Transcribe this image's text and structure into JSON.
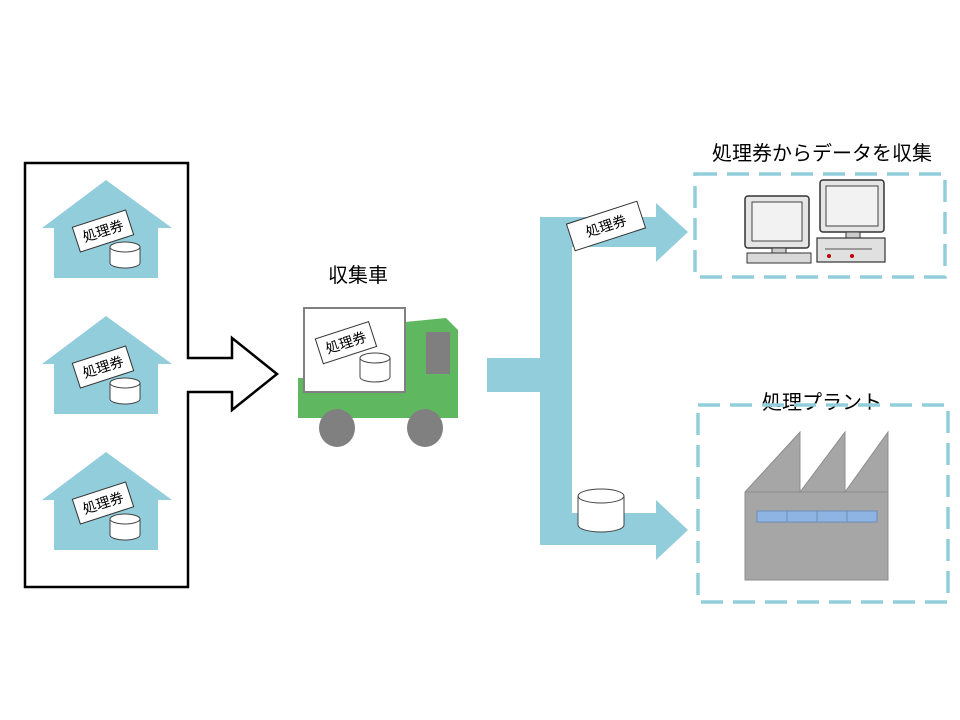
{
  "ticket_label": "処理券",
  "truck": {
    "label": "収集車"
  },
  "pc": {
    "label": "処理券からデータを収集"
  },
  "plant": {
    "label": "処理プラント"
  },
  "colors": {
    "house": "#92CDDC",
    "flow": "#92CDDC",
    "truck_body": "#5FB760",
    "wheel": "#808080",
    "factory": "#A6A6A6",
    "factory_window": "#8DB4E2",
    "dashed_border": "#92CDDC"
  },
  "icons": {
    "house": "house-icon",
    "ticket": "ticket-icon",
    "container": "cylinder-icon",
    "truck": "truck-icon",
    "computer": "computer-icon",
    "factory": "factory-icon"
  }
}
